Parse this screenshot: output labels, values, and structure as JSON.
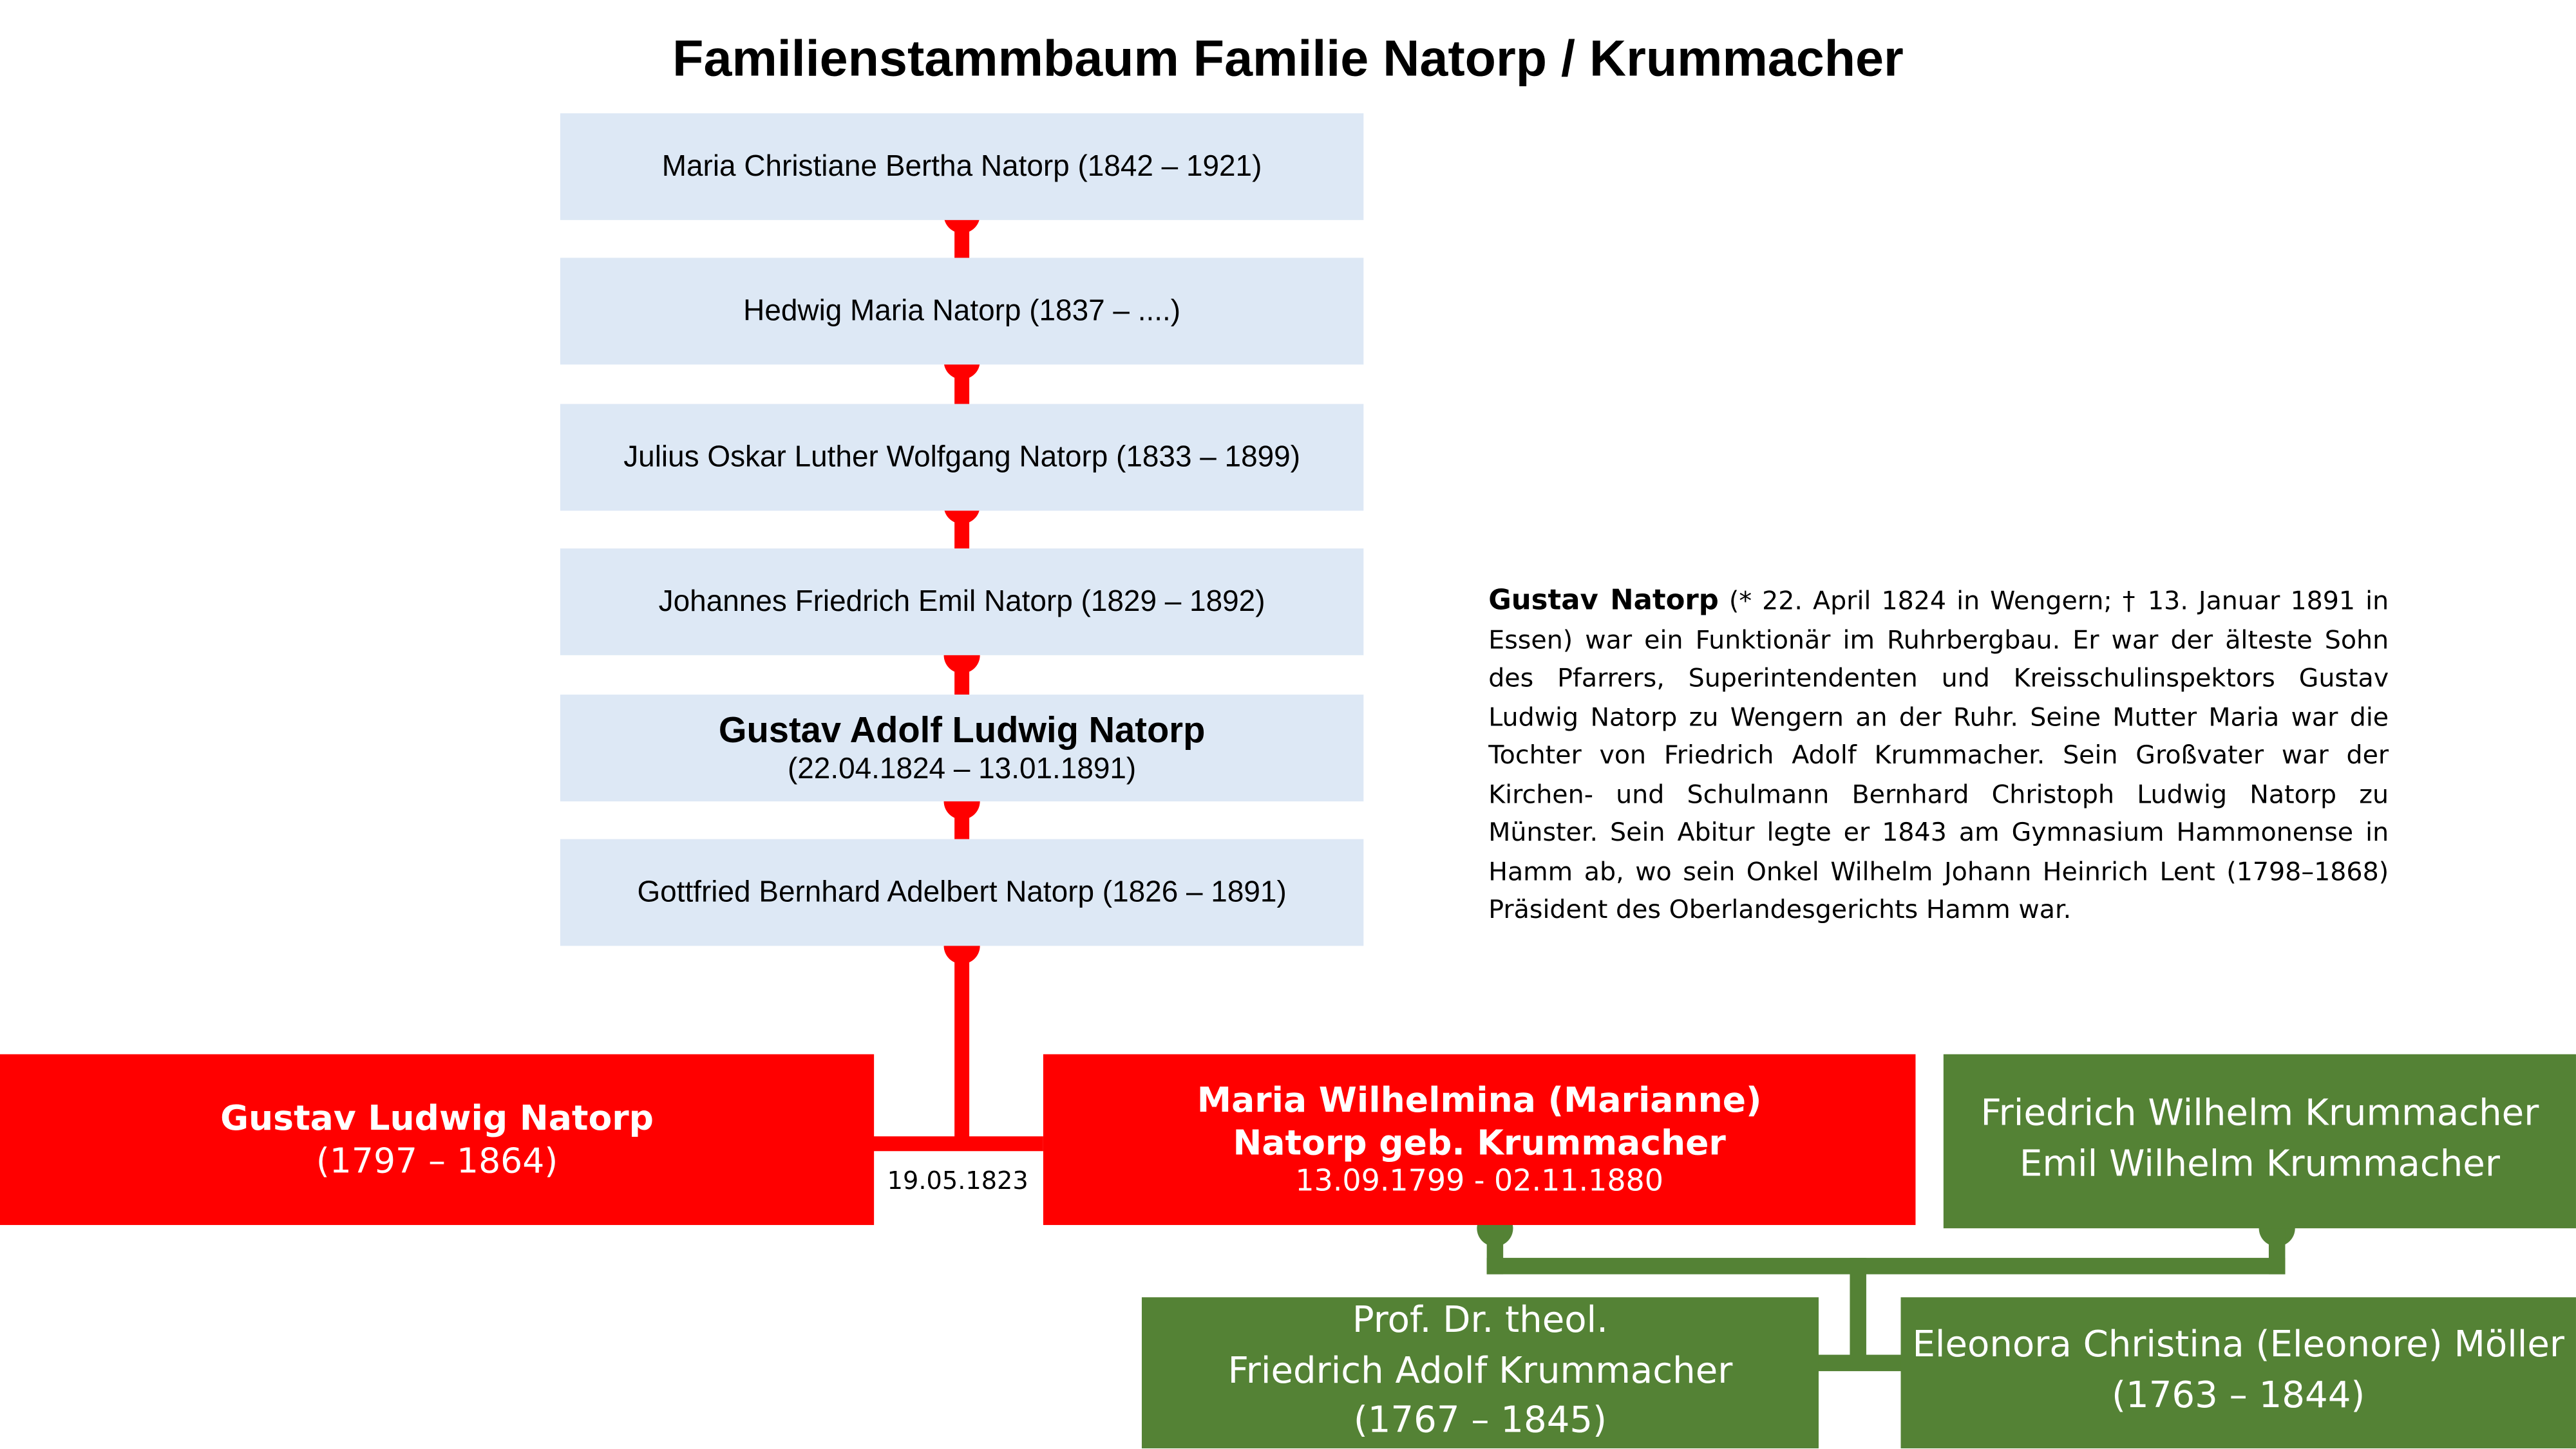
{
  "title": "Familienstammbaum Familie Natorp / Krummacher",
  "children": [
    {
      "name": "Maria Christiane Bertha Natorp (1842 – 1921)"
    },
    {
      "name": "Hedwig Maria Natorp  (1837 – ....)"
    },
    {
      "name": "Julius Oskar Luther Wolfgang Natorp (1833 – 1899)"
    },
    {
      "name": "Johannes Friedrich Emil Natorp (1829 – 1892)"
    },
    {
      "name": "Gustav Adolf Ludwig Natorp",
      "dates": "(22.04.1824 – 13.01.1891)"
    },
    {
      "name": "Gottfried Bernhard Adelbert Natorp (1826 – 1891)"
    }
  ],
  "father": {
    "name": "Gustav Ludwig Natorp",
    "dates": "(1797 – 1864)"
  },
  "marriage_date": "19.05.1823",
  "mother": {
    "name_line1": "Maria Wilhelmina (Marianne)",
    "name_line2": "Natorp geb. Krummacher",
    "dates": "13.09.1799 - 02.11.1880"
  },
  "siblings": {
    "line1": "Friedrich Wilhelm Krummacher",
    "line2": "Emil Wilhelm Krummacher"
  },
  "grandfather": {
    "line1": "Prof. Dr. theol.",
    "line2": "Friedrich Adolf Krummacher",
    "dates": "(1767 – 1845)"
  },
  "grandmother": {
    "name": "Eleonora Christina (Eleonore) Möller",
    "dates": "(1763 – 1844)"
  },
  "bio": {
    "name": "Gustav Natorp",
    "text": " (* 22. April 1824 in Wengern; † 13. Januar 1891 in Essen) war ein Funktionär im Ruhrbergbau. Er war der älteste Sohn des Pfarrers, Superintendenten und Kreisschulinspektors Gustav Ludwig Natorp zu Wengern an der Ruhr. Seine Mutter Maria war die Tochter von Friedrich Adolf Krummacher. Sein Großvater war der Kirchen- und Schulmann Bernhard Christoph Ludwig Natorp zu Münster. Sein Abitur legte er 1843 am Gymnasium Hammonense in Hamm ab, wo sein Onkel Wilhelm Johann Heinrich Lent (1798–1868) Präsident des Oberlandesgerichts Hamm war."
  },
  "colors": {
    "natorp_red": "#ff0000",
    "krummacher_green": "#548235",
    "child_box": "#dde8f5"
  }
}
